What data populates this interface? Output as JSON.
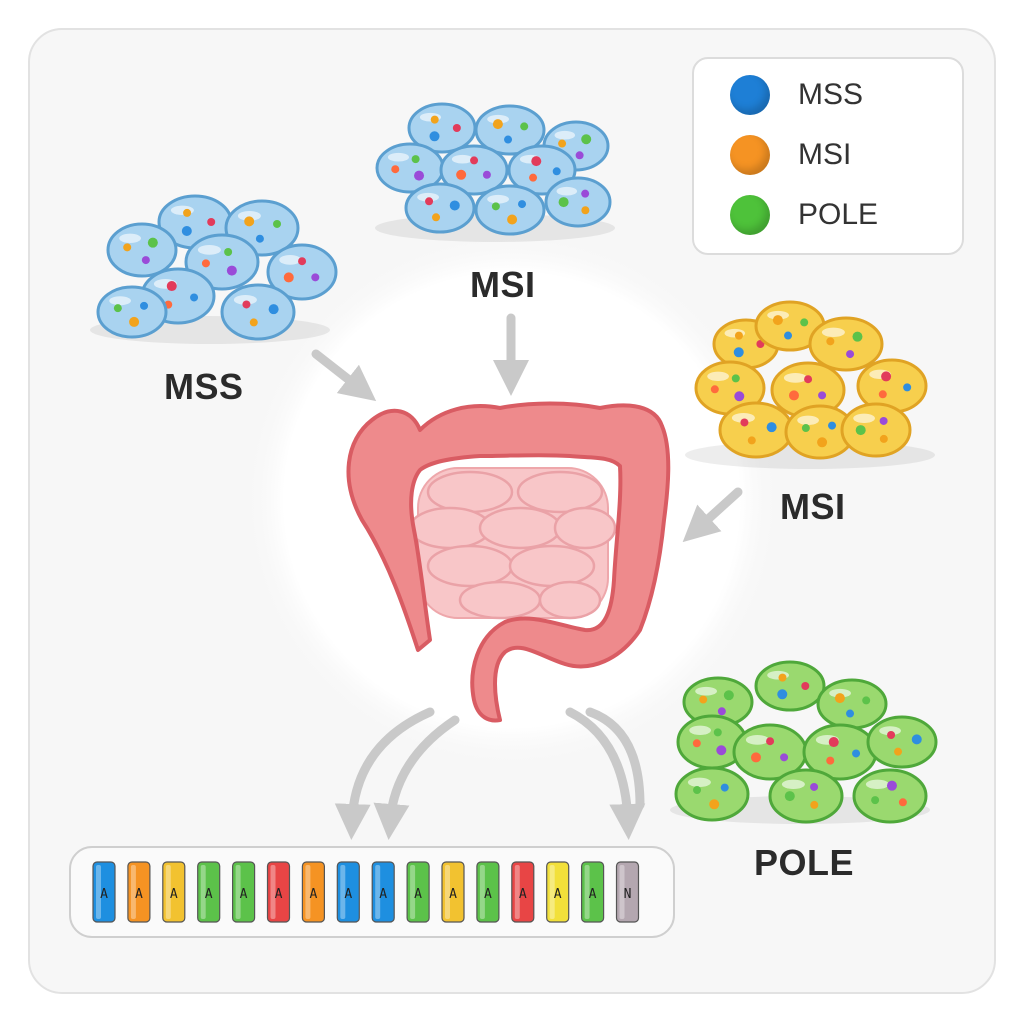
{
  "legend": {
    "items": [
      {
        "label": "MSS",
        "color": "#1e7fd6"
      },
      {
        "label": "MSI",
        "color": "#f59323"
      },
      {
        "label": "POLE",
        "color": "#4ec23a"
      }
    ]
  },
  "clusters": {
    "mss": {
      "label": "MSS",
      "fill": "#a9d3f0",
      "stroke": "#5b9fd0"
    },
    "msi_top": {
      "label": "MSI",
      "fill": "#a9d3f0",
      "stroke": "#5b9fd0"
    },
    "msi_right": {
      "label": "MSI",
      "fill": "#f7cf4d",
      "stroke": "#e0a324"
    },
    "pole": {
      "label": "POLE",
      "fill": "#9ad96f",
      "stroke": "#4fa83a"
    }
  },
  "colon": {
    "fill": "#ee8a8c",
    "inner_fill": "#f8c6c8"
  },
  "mutation_bars": {
    "colors": [
      "#1e8fe0",
      "#f59323",
      "#f2c230",
      "#5cc24a",
      "#5cc24a",
      "#e84545",
      "#f59323",
      "#1e8fe0",
      "#1e8fe0",
      "#5cc24a",
      "#f2c230",
      "#5cc24a",
      "#e84545",
      "#f2e03a",
      "#5cc24a",
      "#b4a7b0"
    ],
    "glyphs": [
      "A",
      "A",
      "A",
      "A",
      "A",
      "A",
      "A",
      "A",
      "A",
      "A",
      "A",
      "A",
      "A",
      "A",
      "A",
      "N"
    ]
  }
}
